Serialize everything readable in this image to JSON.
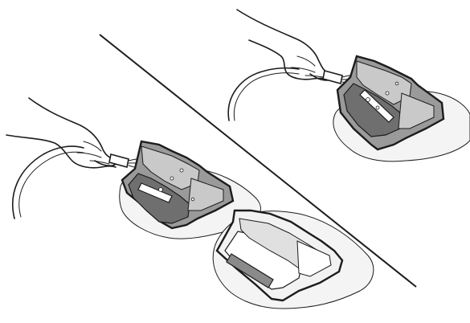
{
  "colors": {
    "background": "#ffffff",
    "line": "#1c1c1c",
    "part_dark": "#6f6f6f",
    "part_mid": "#9a9a9a",
    "part_light": "#c9c9c9",
    "part_clean": "#f2f2f2",
    "water_puddle": "#f4f4f4"
  },
  "scenes": [
    {
      "id": "rinse-top-right",
      "state": "rinsing with hose"
    },
    {
      "id": "rinse-bottom-left",
      "state": "rinsing with hose"
    },
    {
      "id": "clean-part",
      "state": "clean, set aside"
    }
  ]
}
